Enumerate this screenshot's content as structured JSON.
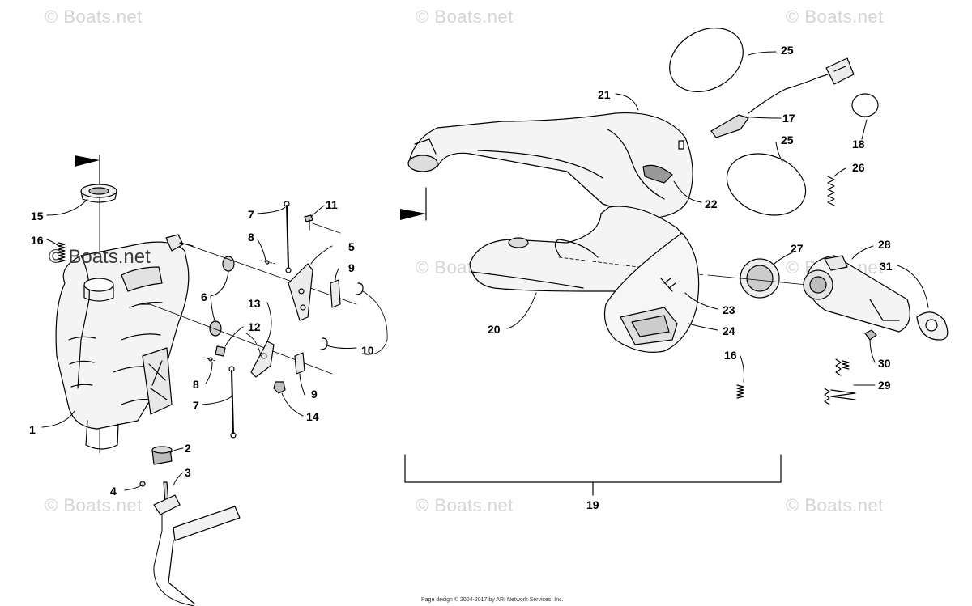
{
  "watermarks": {
    "text": "© Boats.net",
    "center_text": "© Boats.net"
  },
  "callouts": {
    "c1": "1",
    "c2": "2",
    "c3": "3",
    "c4": "4",
    "c5": "5",
    "c6": "6",
    "c7a": "7",
    "c7b": "7",
    "c8a": "8",
    "c8b": "8",
    "c9a": "9",
    "c9b": "9",
    "c10": "10",
    "c11": "11",
    "c12": "12",
    "c13": "13",
    "c14": "14",
    "c15": "15",
    "c16a": "16",
    "c16b": "16",
    "c17": "17",
    "c18": "18",
    "c19": "19",
    "c20": "20",
    "c21": "21",
    "c22": "22",
    "c23": "23",
    "c24": "24",
    "c25a": "25",
    "c25b": "25",
    "c26": "26",
    "c27": "27",
    "c28": "28",
    "c29": "29",
    "c30": "30",
    "c31": "31"
  },
  "footer": "Page design © 2004-2017 by ARI Network Services, Inc.",
  "colors": {
    "line": "#000000",
    "watermark": "#d4d4d4",
    "part_fill": "#f2f2f2",
    "shade": "#bdbdbd"
  }
}
